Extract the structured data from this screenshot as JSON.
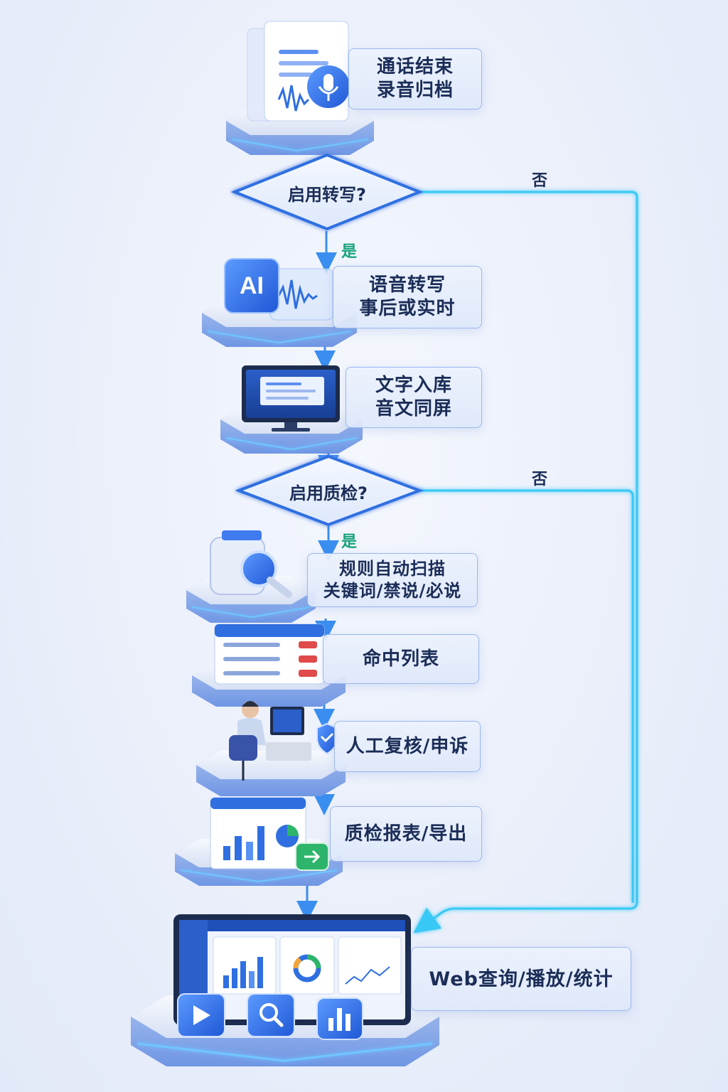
{
  "colors": {
    "accent": "#2f6fe0",
    "connector": "#3aa0f0",
    "no_path": "#39c8f5",
    "yes_label": "#17a37a",
    "text": "#1b2d57",
    "danger_badge": "#e04a4a",
    "success": "#2db56b"
  },
  "steps": [
    {
      "icon": "document-microphone-icon",
      "lines": [
        "通话结束",
        "录音归档"
      ]
    },
    {
      "icon": "ai-waveform-icon",
      "lines": [
        "语音转写",
        "事后或实时"
      ]
    },
    {
      "icon": "monitor-icon",
      "lines": [
        "文字入库",
        "音文同屏"
      ]
    },
    {
      "icon": "magnifier-scan-icon",
      "lines": [
        "规则自动扫描",
        "关键词/禁说/必说"
      ]
    },
    {
      "icon": "hit-list-panel-icon",
      "lines": [
        "命中列表"
      ]
    },
    {
      "icon": "reviewer-at-desk-icon",
      "lines": [
        "人工复核/申诉"
      ]
    },
    {
      "icon": "report-chart-export-icon",
      "lines": [
        "质检报表/导出"
      ]
    },
    {
      "icon": "web-dashboard-icon",
      "lines": [
        "Web查询/播放/统计"
      ]
    }
  ],
  "decisions": [
    {
      "text": "启用转写?",
      "yes": "是",
      "no": "否"
    },
    {
      "text": "启用质检?",
      "yes": "是",
      "no": "否"
    }
  ],
  "dashboard_icons": [
    "play-icon",
    "search-icon",
    "bar-chart-icon"
  ]
}
